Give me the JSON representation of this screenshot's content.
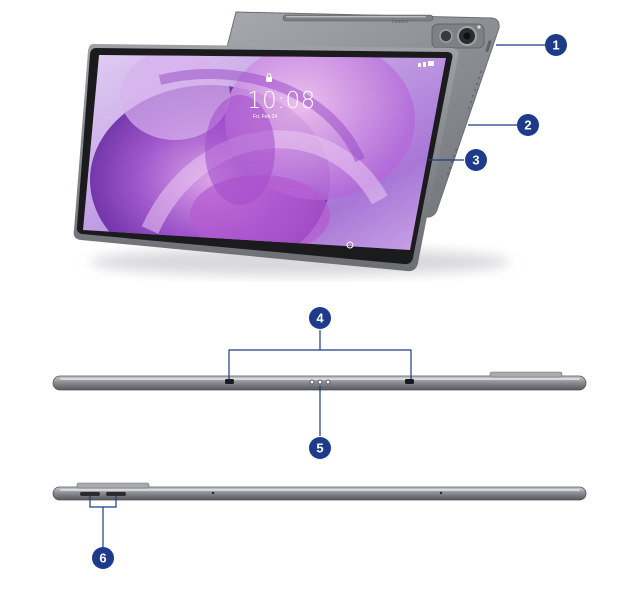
{
  "lockscreen": {
    "time": "10:08",
    "date": "Fri, Feb 24",
    "brand": "Lenovo"
  },
  "callouts": [
    {
      "number": "1"
    },
    {
      "number": "2"
    },
    {
      "number": "3"
    },
    {
      "number": "4"
    },
    {
      "number": "5"
    },
    {
      "number": "6"
    }
  ],
  "colors": {
    "callout_fill": "#1e3a8a",
    "callout_text": "#ffffff",
    "leader_line": "#1e3a8a",
    "device_body": "#8a8d92",
    "device_edge": "#5f6266",
    "bezel": "#1b1b1d",
    "wallpaper_base": "#b596d8",
    "wallpaper_accent": "#7a3bb8"
  }
}
